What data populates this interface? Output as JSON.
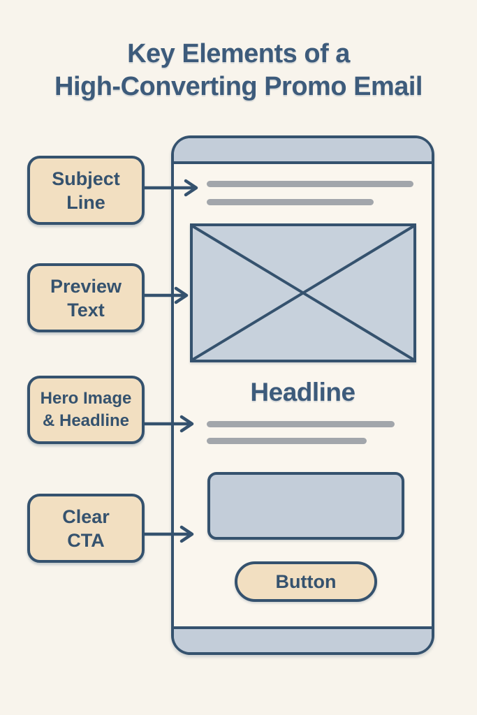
{
  "title": {
    "line1": "Key Elements of a",
    "line2": "High-Converting Promo Email"
  },
  "labels": [
    {
      "id": "subject-line",
      "line1": "Subject",
      "line2": "Line"
    },
    {
      "id": "preview-text",
      "line1": "Preview",
      "line2": "Text"
    },
    {
      "id": "hero-headline",
      "line1": "Hero Image",
      "line2": "& Headline"
    },
    {
      "id": "clear-cta",
      "line1": "Clear",
      "line2": "CTA"
    }
  ],
  "phone": {
    "headline": "Headline",
    "button_label": "Button",
    "subject_bars": 2,
    "headline_bars": 2
  },
  "icons": {
    "arrows": [
      "right-arrow-icon",
      "right-arrow-icon",
      "right-arrow-icon",
      "right-arrow-icon"
    ],
    "hero_placeholder": "image-placeholder-x-icon"
  },
  "colors": {
    "background": "#f8f4ec",
    "navy": "#35526e",
    "title_navy": "#3d5b7b",
    "tan_fill": "#f2dfc1",
    "bluegray_fill": "#c3cdd9",
    "hero_fill": "#c7d1dc",
    "bar_gray": "#a2a6ab"
  }
}
